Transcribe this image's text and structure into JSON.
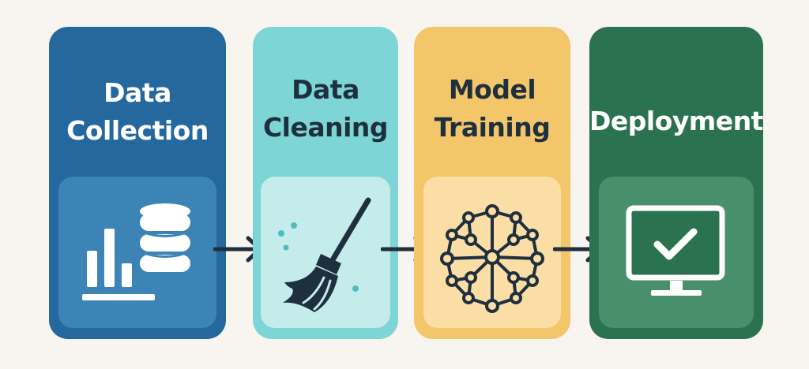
{
  "colors": {
    "background": "#f8f5f0",
    "collection": "#24689e",
    "cleaning": "#7ed5d6",
    "training": "#f4c66a",
    "deployment": "#2b7350",
    "ink": "#1e2f3d"
  },
  "steps": [
    {
      "title": "Data\nCollection",
      "icon": "database-bar-chart-icon"
    },
    {
      "title": "Data\nCleaning",
      "icon": "broom-icon"
    },
    {
      "title": "Model\nTraining",
      "icon": "neural-network-icon"
    },
    {
      "title": "Deployment",
      "icon": "monitor-checkmark-icon"
    }
  ],
  "arrows": [
    "arrow-right-icon",
    "arrow-right-icon",
    "arrow-right-icon"
  ]
}
